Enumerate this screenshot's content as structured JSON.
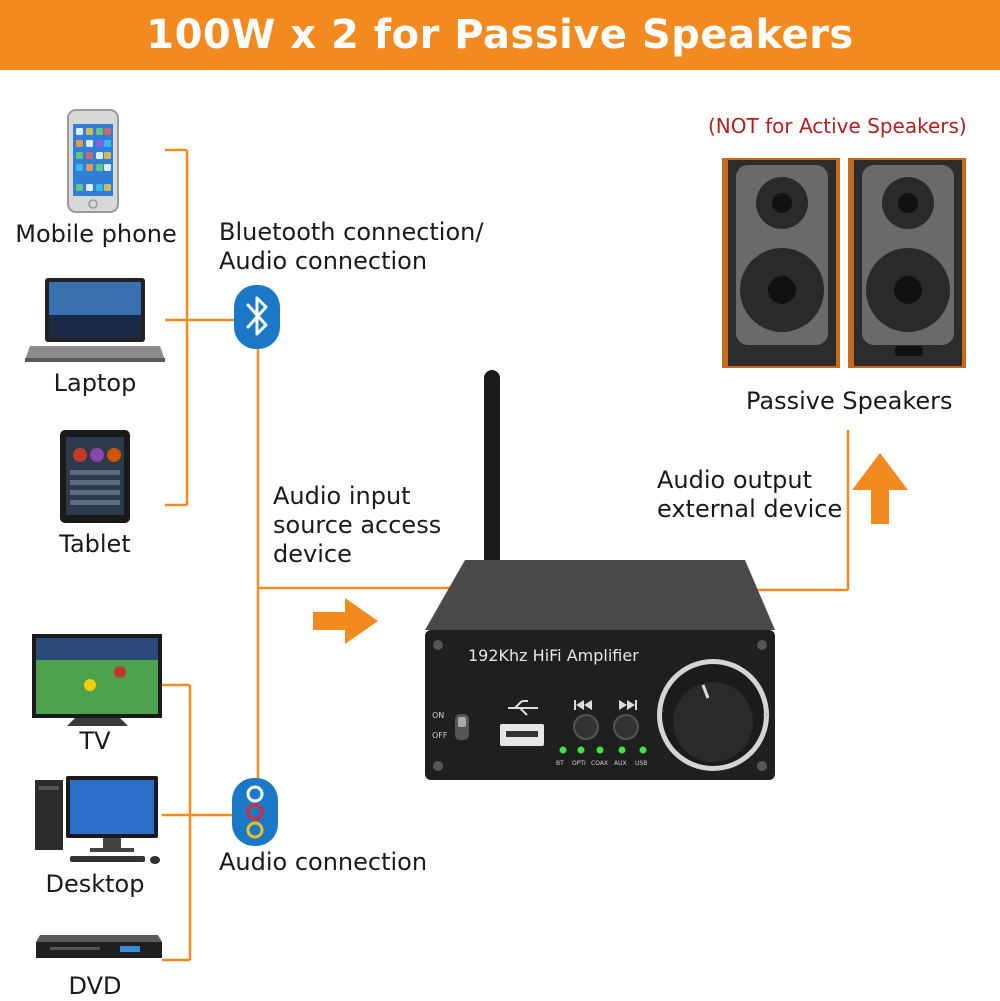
{
  "banner": {
    "title": "100W x 2 for Passive Speakers"
  },
  "wireless_devices": [
    {
      "label": "Mobile phone",
      "icon": "mobile-phone-icon"
    },
    {
      "label": "Laptop",
      "icon": "laptop-icon"
    },
    {
      "label": "Tablet",
      "icon": "tablet-icon"
    }
  ],
  "wired_devices": [
    {
      "label": "TV",
      "icon": "tv-icon"
    },
    {
      "label": "Desktop",
      "icon": "desktop-icon"
    },
    {
      "label": "DVD",
      "icon": "dvd-player-icon"
    }
  ],
  "connections": {
    "bluetooth_line1": "Bluetooth connection/",
    "bluetooth_line2": "Audio connection",
    "audio_connection": "Audio connection",
    "input_line1": "Audio input",
    "input_line2": "source access",
    "input_line3": "device",
    "output_line1": "Audio output",
    "output_line2": "external device"
  },
  "speakers": {
    "warning": "(NOT for Active Speakers)",
    "label": "Passive Speakers"
  },
  "amplifier": {
    "model_label": "192Khz HiFi Amplifier",
    "switch_on": "ON",
    "switch_off": "OFF",
    "source_leds": [
      "BT",
      "OPTI",
      "COAX",
      "AUX",
      "USB"
    ]
  },
  "colors": {
    "accent_orange": "#f28a1f",
    "bluetooth_blue": "#1b78c7",
    "warning_red": "#b41e1e",
    "led_green": "#43e043"
  }
}
